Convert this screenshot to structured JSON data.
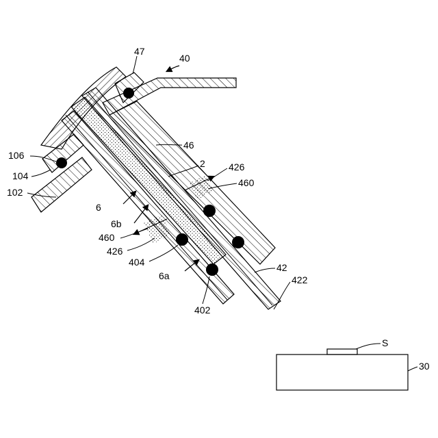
{
  "labels": {
    "l40": "40",
    "l47": "47",
    "l46": "46",
    "l2": "2",
    "l426a": "426",
    "l460a": "460",
    "l106": "106",
    "l104": "104",
    "l102": "102",
    "l6": "6",
    "l6b": "6b",
    "l460b": "460",
    "l426b": "426",
    "l404": "404",
    "l6a": "6a",
    "l402": "402",
    "l42": "42",
    "l422": "422",
    "lS": "S",
    "l30": "30"
  }
}
